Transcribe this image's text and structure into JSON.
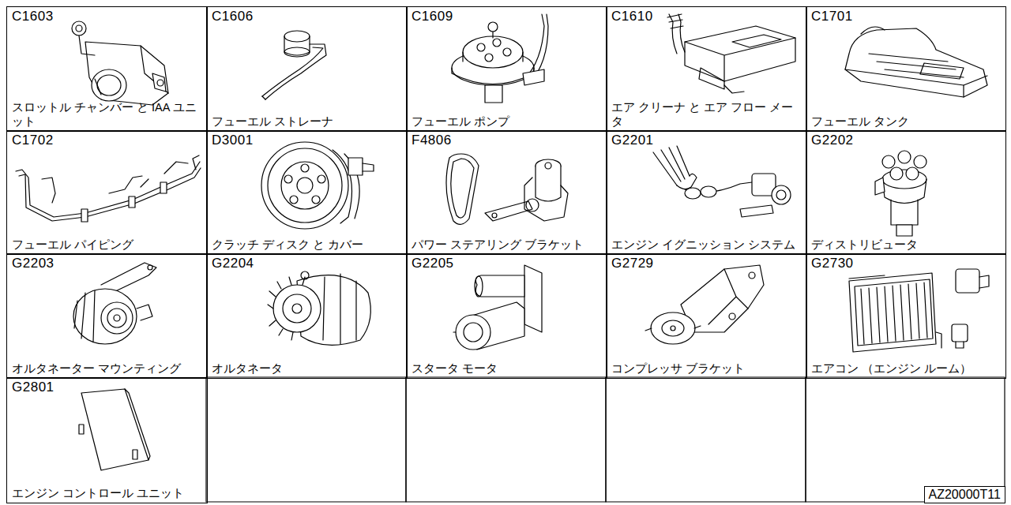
{
  "diagram": {
    "nodes": [
      {
        "text": [
          "C1603",
          "スロットル チャンバー と IAA ユニット"
        ]
      },
      {
        "text": [
          "C1606",
          "フューエル ストレーナ"
        ]
      },
      {
        "text": [
          "C1609",
          "フューエル ポンプ"
        ]
      },
      {
        "text": [
          "C1610",
          "エア クリーナ と エア フロー メータ"
        ]
      },
      {
        "text": [
          "C1701",
          "フューエル タンク"
        ]
      },
      {
        "text": [
          "C1702",
          "フューエル パイピング"
        ]
      },
      {
        "text": [
          "D3001",
          "クラッチ ディスク と カバー"
        ]
      },
      {
        "text": [
          "F4806",
          "パワー ステアリング ブラケット"
        ]
      },
      {
        "text": [
          "G2201",
          "エンジン イグニッション システム"
        ]
      },
      {
        "text": [
          "G2202",
          "ディストリビュータ"
        ]
      },
      {
        "text": [
          "G2203",
          "オルタネーター マウンティング"
        ]
      },
      {
        "text": [
          "G2204",
          "オルタネータ"
        ]
      },
      {
        "text": [
          "G2205",
          "スタータ モータ"
        ]
      },
      {
        "text": [
          "G2729",
          "コンプレッサ ブラケット"
        ]
      },
      {
        "text": [
          "G2730",
          "エアコン （エンジン ルーム）"
        ]
      },
      {
        "text": [
          "G2801",
          "エンジン コントロール ユニット"
        ]
      },
      {
        "text": [
          "AZ20000T11"
        ]
      }
    ]
  }
}
